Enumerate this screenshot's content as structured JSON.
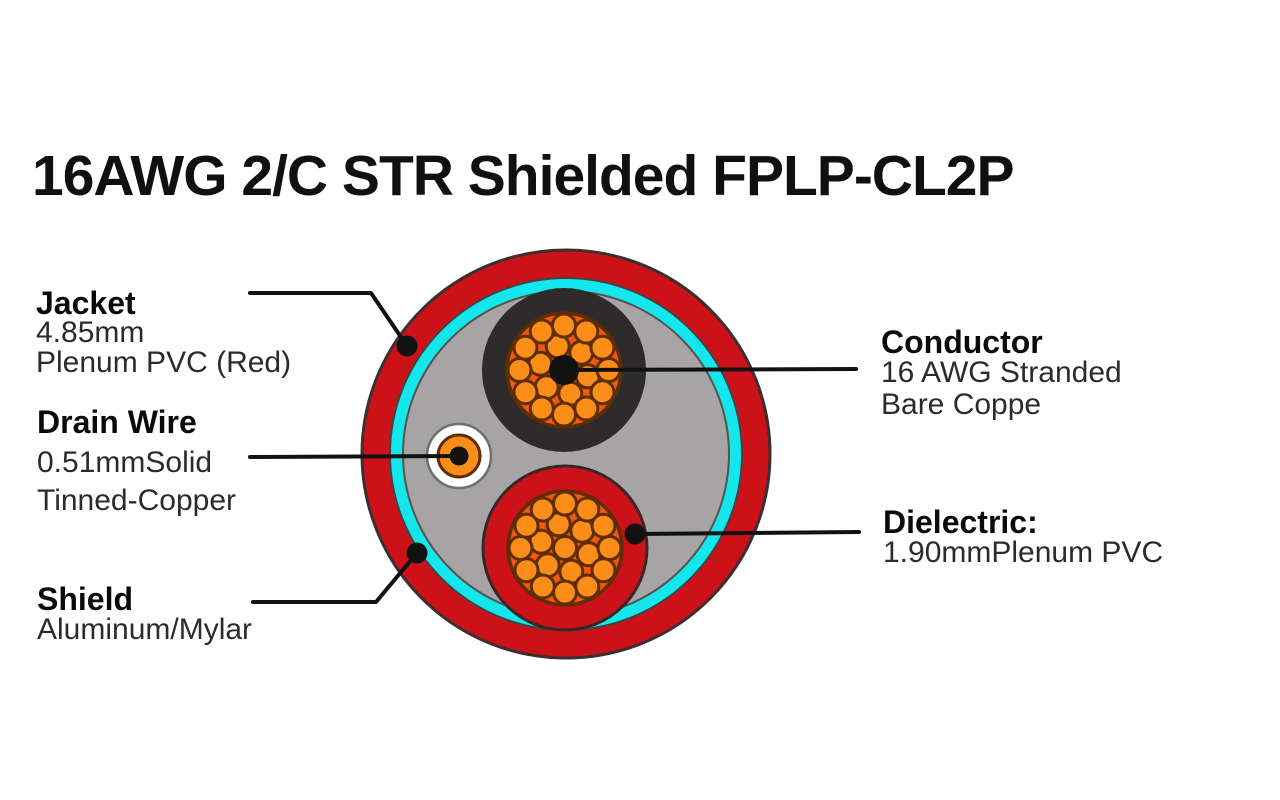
{
  "title": "16AWG 2/C STR Shielded FPLP-CL2P",
  "labels": {
    "jacket": {
      "name": "Jacket",
      "line1": "4.85mm",
      "line2": "Plenum PVC (Red)"
    },
    "drain_wire": {
      "name": "Drain Wire",
      "line1": "0.51mmSolid",
      "line2": "Tinned-Copper"
    },
    "shield": {
      "name": "Shield",
      "line1": "Aluminum/Mylar"
    },
    "conductor": {
      "name": "Conductor",
      "line1": "16 AWG Stranded",
      "line2": "Bare Coppe"
    },
    "dielectric": {
      "name": "Dielectric:",
      "line1": "1.90mmPlenum PVC"
    }
  },
  "colors": {
    "background": "#ffffff",
    "jacket_red": "#cc1119",
    "shield_cyan": "#14e7ec",
    "filler_gray": "#a6a4a5",
    "insulation_black": "#2d2b2c",
    "conductor_orange": "#f1590b",
    "strand_orange": "#fb8d18",
    "strand_outline": "#5f2d02",
    "leader_black": "#121212"
  }
}
